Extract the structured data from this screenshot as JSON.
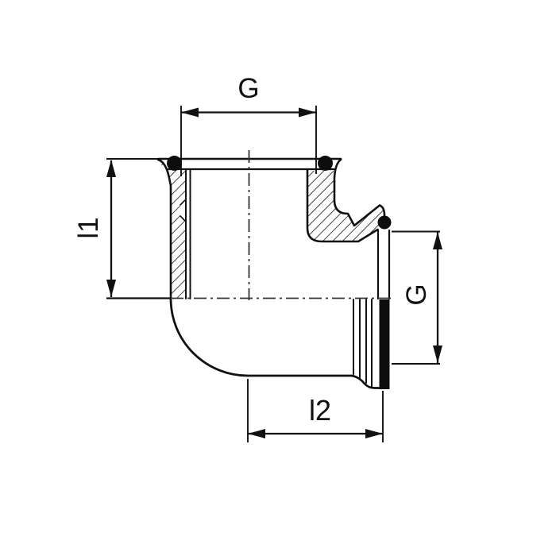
{
  "diagram": {
    "description": "Cross-section technical drawing of a 90-degree elbow union fitting with O-ring seals",
    "dimensions": {
      "top": {
        "label": "G"
      },
      "left": {
        "label": "l1"
      },
      "right": {
        "label": "G"
      },
      "bottom": {
        "label": "l2"
      }
    },
    "colors": {
      "line": "#111111",
      "centerline": "#333333",
      "seal": "#0d0d0d",
      "background": "#ffffff"
    }
  }
}
